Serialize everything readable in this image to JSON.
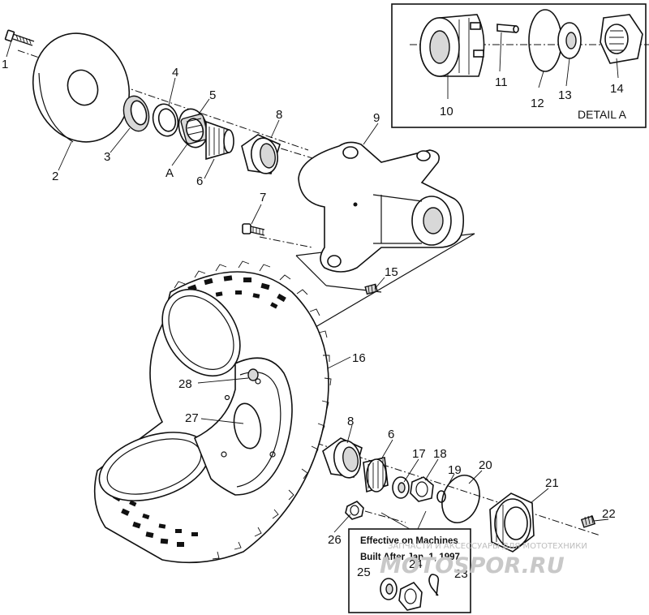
{
  "callouts": [
    "1",
    "2",
    "3",
    "4",
    "5",
    "A",
    "6",
    "8",
    "9",
    "7",
    "15",
    "16",
    "28",
    "27",
    "8",
    "6",
    "17",
    "18",
    "19",
    "20",
    "21",
    "22",
    "26",
    "25",
    "24",
    "23",
    "10",
    "11",
    "12",
    "13",
    "14"
  ],
  "detail_title": "DETAIL A",
  "note": {
    "line1": "Effective on Machines",
    "line2": "Built After Jan. 1, 1997"
  },
  "watermark": {
    "small": "ЗАПЧАСТИ И АКСЕССУАРЫ ДЛЯ МОТОТЕХНИКИ",
    "large": "MOTOSPOR.RU"
  }
}
